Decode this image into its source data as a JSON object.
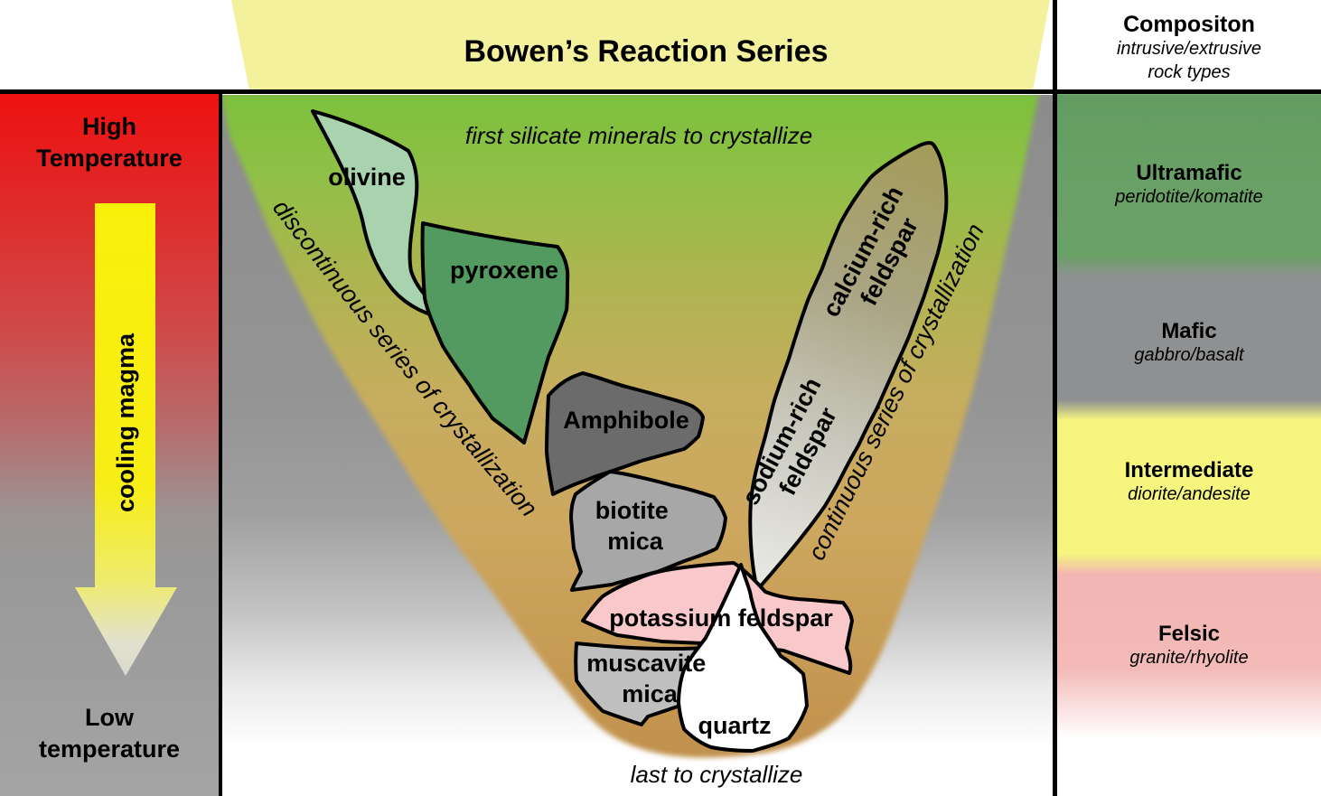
{
  "title_banner": {
    "title": "Bowen’s Reaction Series"
  },
  "left_panel": {
    "high_temperature": {
      "line1": "High",
      "line2": "Temperature"
    },
    "arrow_label": "cooling magma",
    "low_temperature": {
      "line1": "Low",
      "line2": "temperature"
    }
  },
  "diagram": {
    "top_note": "first silicate minerals to crystallize",
    "bottom_note": "last to crystallize",
    "left_branch_label": "discontinuous series of crystallization",
    "right_branch_label": "continuous series of crystallization",
    "minerals": {
      "olivine": "olivine",
      "pyroxene": "pyroxene",
      "amphibole": "Amphibole",
      "biotite": {
        "line1": "biotite",
        "line2": "mica"
      },
      "potassium_feldspar": "potassium feldspar",
      "muscavite": {
        "line1": "muscavite",
        "line2": "mica"
      },
      "quartz": "quartz",
      "calcium_feldspar": {
        "line1": "calcium-rich",
        "line2": "feldspar"
      },
      "sodium_feldspar": {
        "line1": "sodium-rich",
        "line2": "feldspar"
      }
    }
  },
  "composition_panel": {
    "header": {
      "title": "Compositon",
      "subtitle1": "intrusive/extrusive",
      "subtitle2": "rock types"
    },
    "bands": [
      {
        "name": "Ultramafic",
        "rocks": "peridotite/komatite",
        "color": "#69a065"
      },
      {
        "name": "Mafic",
        "rocks": "gabbro/basalt",
        "color": "#8e9092"
      },
      {
        "name": "Intermediate",
        "rocks": "diorite/andesite",
        "color": "#f6f67e"
      },
      {
        "name": "Felsic",
        "rocks": "granite/rhyolite",
        "color": "#f2b6b4"
      }
    ]
  },
  "colors": {
    "banner_yellow": "#f3f19b",
    "high_temp_red": "#ed1313",
    "arrow_yellow": "#f8ef0c",
    "funnel_green_top": "#7cc13c",
    "funnel_tan_bottom": "#c0904c",
    "background_gray": "#959595",
    "olivine_fill": "#a8d3ae",
    "pyroxene_fill": "#539a60",
    "amphibole_fill": "#6b6b6b",
    "biotite_fill": "#a7a7a7",
    "potassium_feldspar_fill": "#f9c8cb",
    "muscavite_fill": "#bfbfbf",
    "quartz_fill": "#ffffff",
    "feldspar_top_fill": "#a39c5a",
    "feldspar_bottom_fill": "#ebebe7"
  }
}
